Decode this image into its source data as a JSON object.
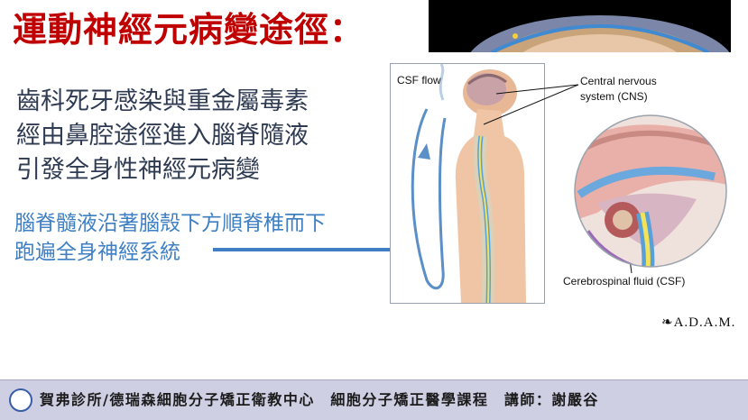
{
  "slide": {
    "title": "運動神經元病變途徑：",
    "body_line_1": "齒科死牙感染與重金屬毒素",
    "body_line_2": "經由鼻腔途徑進入腦脊隨液",
    "body_line_3": "引發全身性神經元病變",
    "highlight_line_1": "腦脊髓液沿著腦殼下方順脊椎而下",
    "highlight_line_2": "跑遍全身神經系統"
  },
  "illustration": {
    "label_csf_flow": "CSF flow",
    "label_cns_1": "Central nervous",
    "label_cns_2": "system (CNS)",
    "label_csf": "Cerebrospinal fluid (CSF)",
    "credit": "A.D.A.M."
  },
  "footer": {
    "text": "賀弗診所/德瑞森細胞分子矯正衛教中心　細胞分子矯正醫學課程　講師：謝嚴谷"
  },
  "colors": {
    "title": "#c00000",
    "body": "#2f3b53",
    "highlight": "#3e7fc4",
    "footer_bg": "#cfcfe3"
  }
}
